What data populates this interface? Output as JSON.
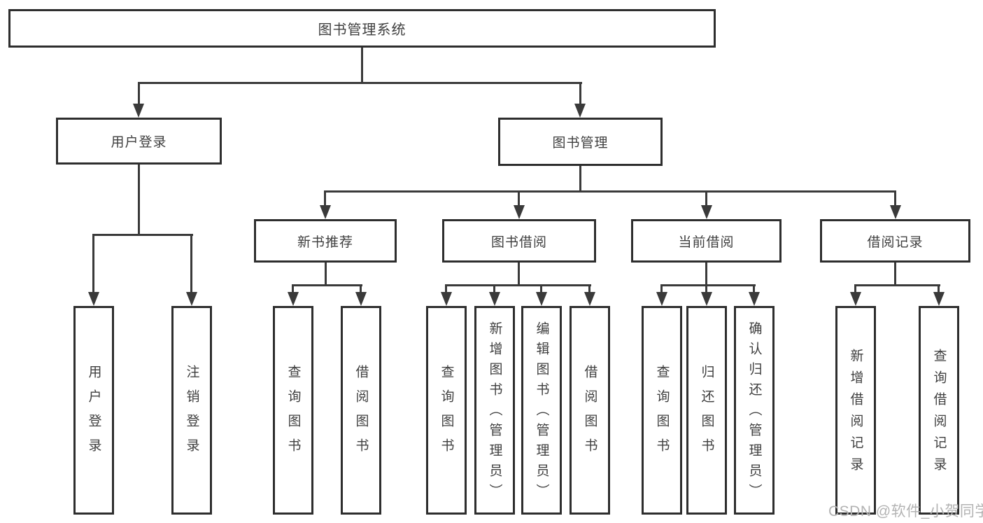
{
  "diagram": {
    "title": "图书管理系统",
    "level2": {
      "user_login": "用户登录",
      "book_mgmt": "图书管理"
    },
    "level3": {
      "new_books": "新书推荐",
      "book_borrow": "图书借阅",
      "current_borrow": "当前借阅",
      "borrow_records": "借阅记录"
    },
    "leaves": {
      "user_login": [
        "用户登录",
        "注销登录"
      ],
      "new_books": [
        "查询图书",
        "借阅图书"
      ],
      "book_borrow": [
        "查询图书",
        "新增图书（管理员）",
        "编辑图书（管理员）",
        "借阅图书"
      ],
      "current_borrow": [
        "查询图书",
        "归还图书",
        "确认归还（管理员）"
      ],
      "borrow_records": [
        "新增借阅记录",
        "查询借阅记录"
      ]
    }
  },
  "watermark": "CSDN @软件_小贺同学",
  "colors": {
    "line": "#3a3a3a",
    "border": "#2e2e2e",
    "text": "#3f3f3f",
    "watermark": "#b3b3b3",
    "background": "#ffffff"
  }
}
